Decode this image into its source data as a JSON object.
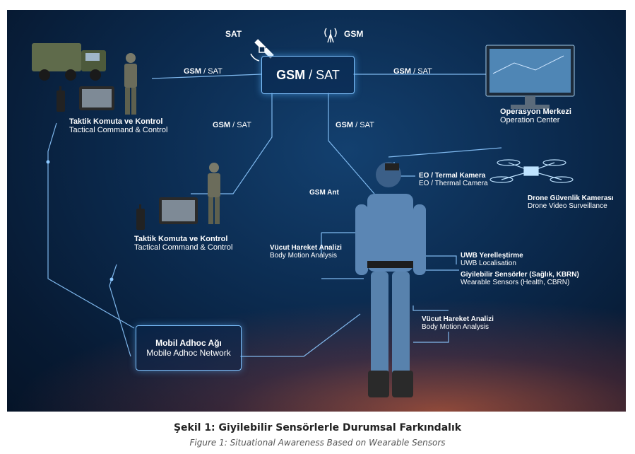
{
  "hub": {
    "gsm": "GSM",
    "sep": " / ",
    "sat": "SAT"
  },
  "top_icons": {
    "sat": "SAT",
    "gsm": "GSM"
  },
  "links": {
    "left_top": {
      "gsm": "GSM",
      "sat": "SAT"
    },
    "right_top": {
      "gsm": "GSM",
      "sat": "SAT"
    },
    "mid_left": {
      "gsm": "GSM",
      "sat": "SAT"
    },
    "mid_right": {
      "gsm": "GSM",
      "sat": "SAT"
    }
  },
  "nodes": {
    "tactical_top": {
      "tr": "Taktik Komuta ve Kontrol",
      "en": "Tactical Command & Control"
    },
    "tactical_mid": {
      "tr": "Taktik Komuta ve Kontrol",
      "en": "Tactical Command & Control"
    },
    "operation": {
      "tr": "Operasyon Merkezi",
      "en": "Operation Center"
    },
    "adhoc": {
      "tr": "Mobil Adhoc Ağı",
      "en": "Mobile Adhoc Network"
    },
    "eo": {
      "tr": "EO / Termal Kamera",
      "en": "EO / Thermal Camera"
    },
    "drone": {
      "tr": "Drone Güvenlik Kamerası",
      "en": "Drone Video Surveillance"
    },
    "gsm_ant": "GSM Ant",
    "body_left": {
      "tr": "Vücut Hareket Analizi",
      "en": "Body Motion Analysis"
    },
    "uwb": {
      "tr": "UWB Yerelleştirme",
      "en": "UWB Localisation"
    },
    "wearable": {
      "tr": "Giyilebilir Sensörler (Sağlık, KBRN)",
      "en": "Wearable Sensors (Health, CBRN)"
    },
    "body_right": {
      "tr": "Vücut Hareket Analizi",
      "en": "Body Motion Analysis"
    }
  },
  "caption": {
    "tr": "Şekil 1: Giyilebilir Sensörlerle Durumsal Farkındalık",
    "en": "Figure 1: Situational Awareness Based on Wearable Sensors"
  },
  "colors": {
    "background": "#0b2a4e",
    "line": "#8cc8ff",
    "glow": "#ff6e3c"
  },
  "icons": [
    "satellite-icon",
    "gsm-antenna-icon",
    "truck-icon",
    "soldier-icon",
    "radio-icon",
    "tablet-icon",
    "monitor-icon",
    "drone-icon"
  ]
}
